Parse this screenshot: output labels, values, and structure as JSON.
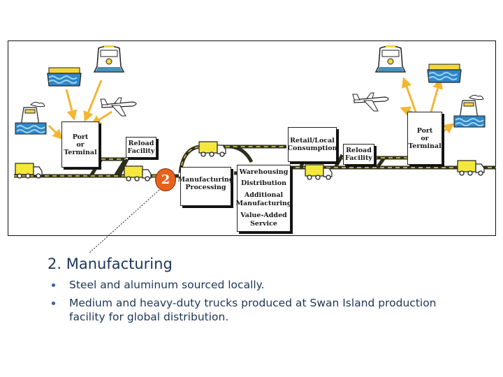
{
  "diagram": {
    "nodes": {
      "port_left": [
        "Port",
        "or",
        "Terminal"
      ],
      "reload_left": [
        "Reload",
        "Facility"
      ],
      "manufacturing": [
        "Manufacturing",
        "Processing"
      ],
      "warehousing": [
        "Warehousing",
        "Distribution",
        "Additional",
        "Manufacturing",
        "Value-Added",
        "Service"
      ],
      "retail": [
        "Retail/Local",
        "Consumption"
      ],
      "reload_right": [
        "Reload",
        "Facility"
      ],
      "port_right": [
        "Port",
        "or",
        "Terminal"
      ]
    },
    "callout_number": "2",
    "transport_icons": [
      "train-icon",
      "barge-icon",
      "ship-icon",
      "airplane-icon",
      "truck-icon"
    ],
    "colors": {
      "arrow": "#f2b632",
      "truck": "#f5e83c",
      "road": "#2f2f1e",
      "road_dash": "#e8d54a",
      "water": "#2e87c8",
      "callout": "#e8621c"
    }
  },
  "content": {
    "heading": "2. Manufacturing",
    "bullets": [
      "Steel and aluminum sourced locally.",
      "Medium and heavy-duty trucks produced at Swan Island production facility for global distribution."
    ],
    "text_color": "#1d3557"
  }
}
